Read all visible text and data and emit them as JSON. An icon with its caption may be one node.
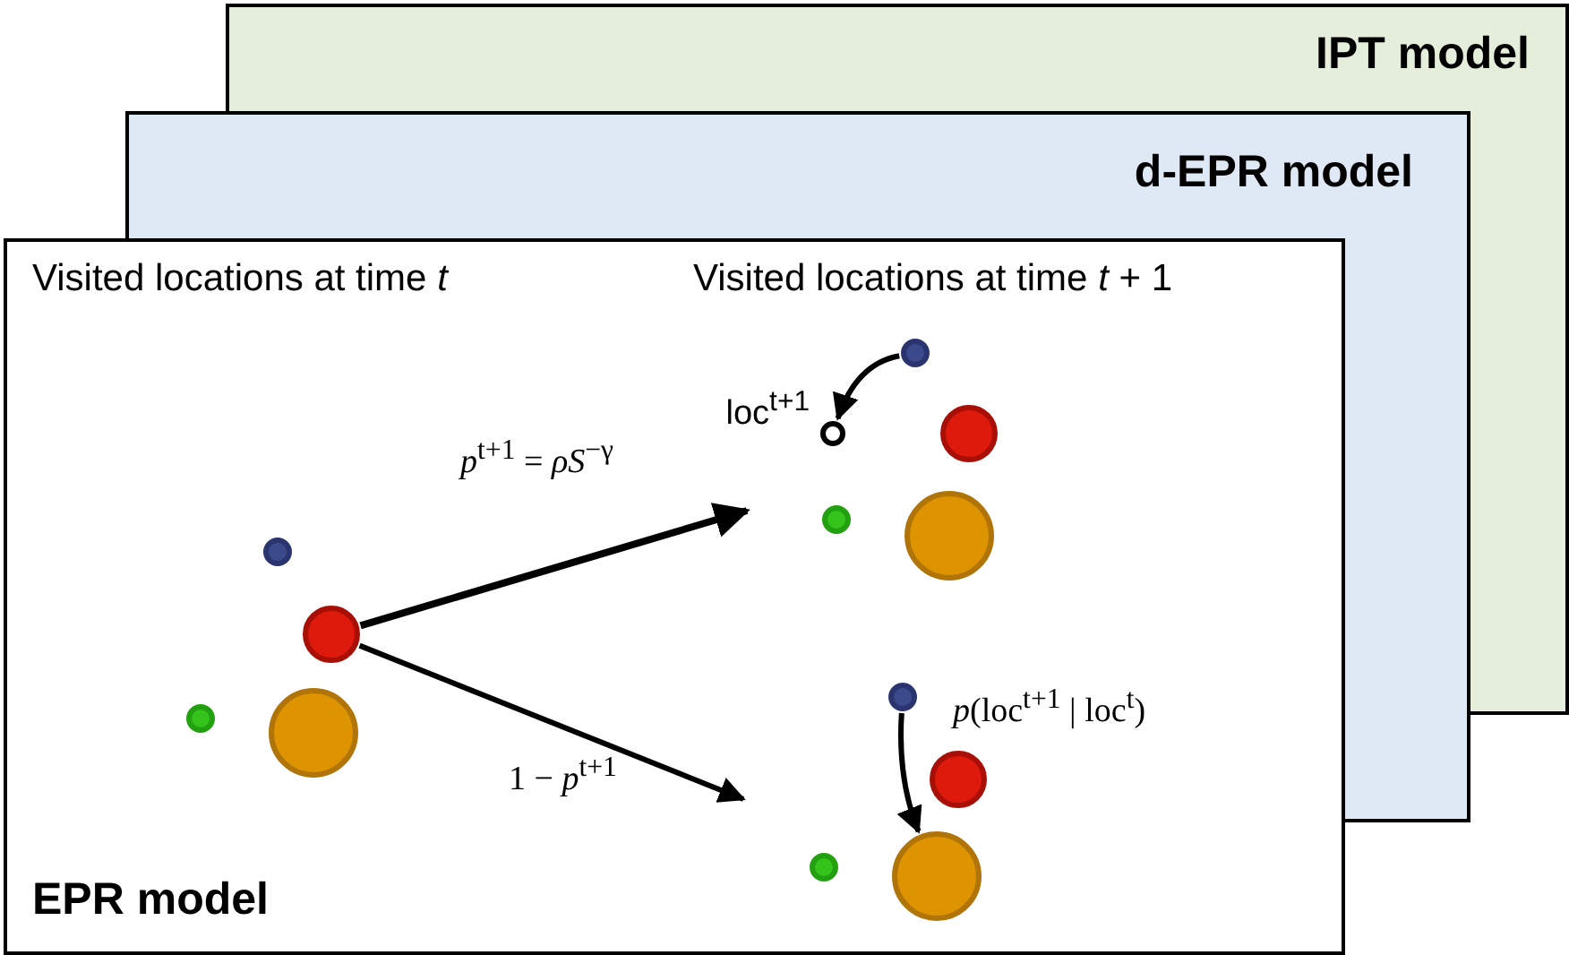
{
  "diagram": {
    "nodes": [
      {
        "text": [
          "IPT model"
        ]
      },
      {
        "text": [
          "d-EPR model"
        ]
      },
      {
        "text": [
          "EPR model"
        ]
      },
      {
        "text": [],
        "shape": "circle",
        "in": 2
      },
      {
        "text": [],
        "shape": "circle",
        "in": 2
      },
      {
        "text": [],
        "shape": "circle",
        "in": 2
      },
      {
        "text": [],
        "shape": "circle",
        "in": 2
      },
      {
        "text": [],
        "shape": "circle",
        "in": 2
      },
      {
        "text": [],
        "shape": "circle",
        "in": 2,
        "beside": [
          "loc$^{t+1}$"
        ]
      },
      {
        "text": [],
        "shape": "circle",
        "in": 2
      },
      {
        "text": [],
        "shape": "circle",
        "in": 2
      },
      {
        "text": [],
        "shape": "circle",
        "in": 2
      },
      {
        "text": [],
        "shape": "circle",
        "in": 2
      },
      {
        "text": [],
        "shape": "circle",
        "in": 2
      },
      {
        "text": [],
        "shape": "circle",
        "in": 2
      },
      {
        "text": [],
        "shape": "circle",
        "in": 2
      }
    ],
    "edges": [
      {
        "from": 4,
        "to": null,
        "arrow": "to",
        "label": "*p*$^{t+1}$ = *ρS*$^{−γ}$"
      },
      {
        "from": 4,
        "to": null,
        "arrow": "to",
        "label": "1 − *p*$^{t+1}$"
      },
      {
        "from": 7,
        "to": 8,
        "arrow": "to"
      },
      {
        "from": 12,
        "to": 15,
        "arrow": "to",
        "label": "*p*(loc$^{t+1}$ | loc$^{t}$)"
      }
    ],
    "labels": [
      "Visited locations at time *t*",
      "Visited locations at time *t* + 1"
    ]
  }
}
